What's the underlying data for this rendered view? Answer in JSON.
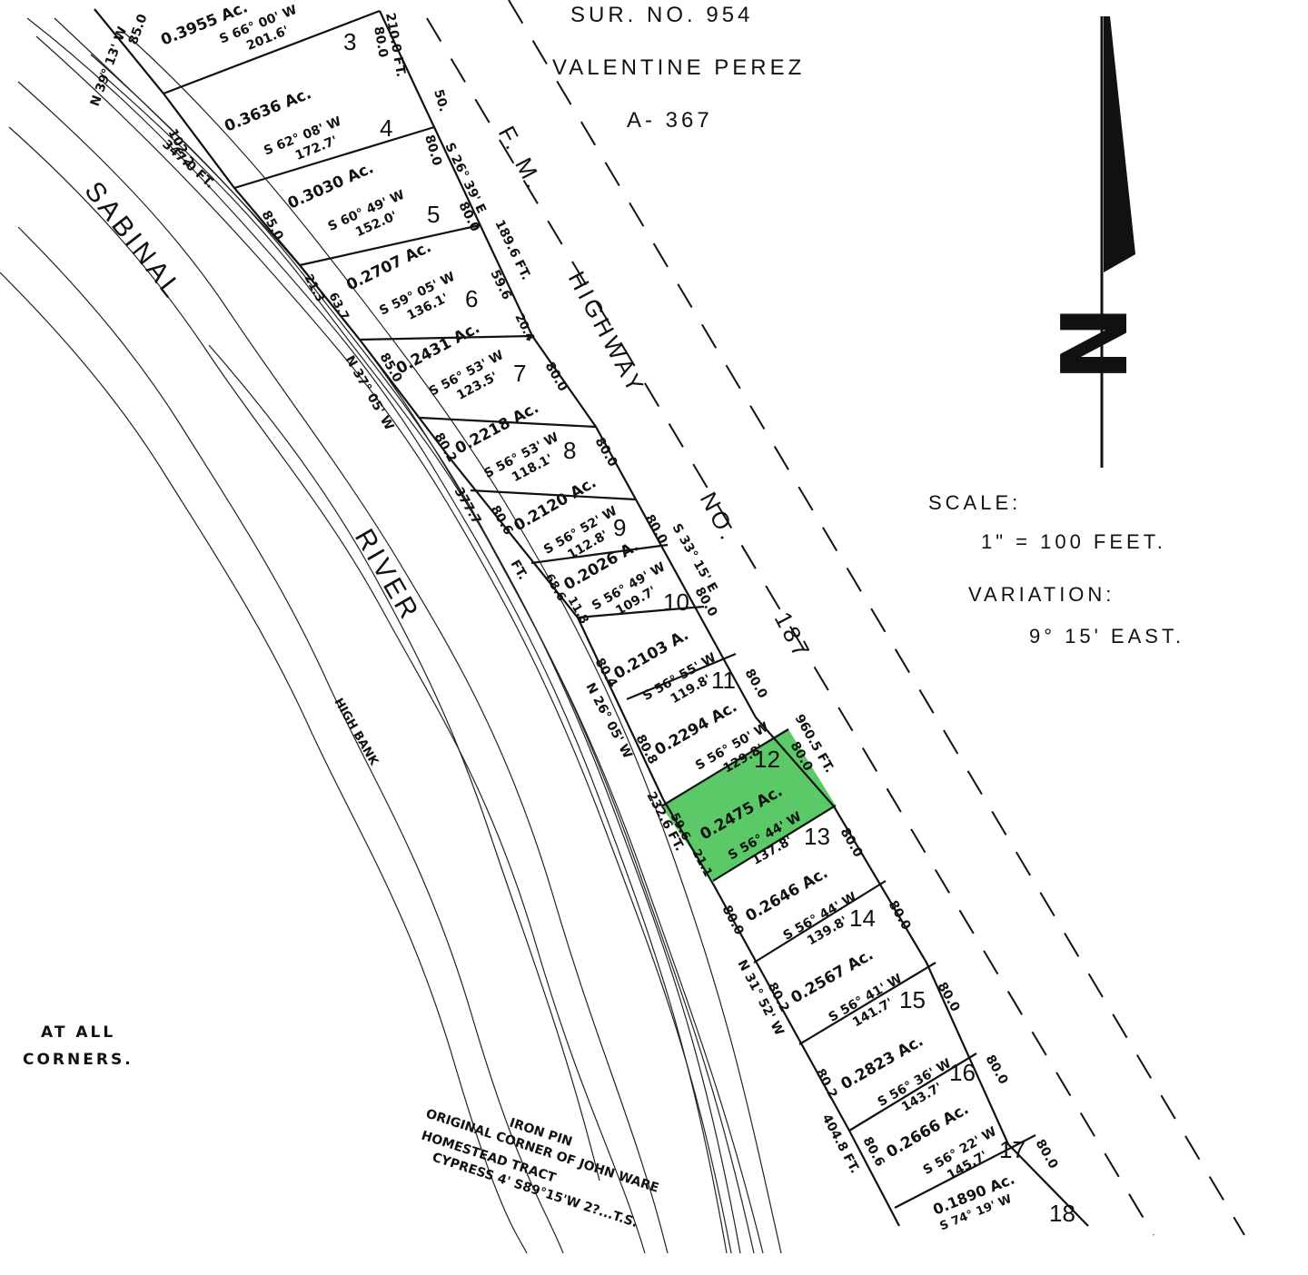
{
  "header": {
    "survey": "SUR. NO. 954",
    "owner": "VALENTINE PEREZ",
    "abstract": "A- 367"
  },
  "highway": {
    "line1": "F. M.",
    "line2": "HIGHWAY",
    "line3": "NO.",
    "line4": "187"
  },
  "river": {
    "line1": "SABINAL",
    "line2": "RIVER",
    "bank": "HIGH BANK"
  },
  "scale": {
    "label": "SCALE:",
    "value": "1\" = 100 FEET.",
    "variation_label": "VARIATION:",
    "variation_value": "9° 15' EAST."
  },
  "notes": {
    "corners_line1": "AT ALL",
    "corners_line2": "CORNERS.",
    "pin1": "IRON PIN",
    "pin2": "ORIGINAL CORNER OF JOHN WARE",
    "pin3": "HOMESTEAD TRACT",
    "pin4": "CYPRESS 4' S89°15'W 2?...T.S."
  },
  "north": {
    "label": "N"
  },
  "highlight_color": "#3fbf4f",
  "lots": [
    {
      "num": "3",
      "area": "0.3955 Ac.",
      "bearing": "S 66° 00' W",
      "dist": "201.6'"
    },
    {
      "num": "4",
      "area": "0.3636 Ac.",
      "bearing": "S 62° 08' W",
      "dist": "172.7'"
    },
    {
      "num": "5",
      "area": "0.3030 Ac.",
      "bearing": "S 60° 49' W",
      "dist": "152.0'"
    },
    {
      "num": "6",
      "area": "0.2707 Ac.",
      "bearing": "S 59° 05' W",
      "dist": "136.1'"
    },
    {
      "num": "7",
      "area": "0.2431 Ac.",
      "bearing": "S 56° 53' W",
      "dist": "123.5'"
    },
    {
      "num": "8",
      "area": "0.2218 Ac.",
      "bearing": "S 56° 53' W",
      "dist": "118.1'"
    },
    {
      "num": "9",
      "area": "0.2120 Ac.",
      "bearing": "S 56° 52' W",
      "dist": "112.8'"
    },
    {
      "num": "10",
      "area": "0.2026 A.",
      "bearing": "S 56° 49' W",
      "dist": "109.7'"
    },
    {
      "num": "11",
      "area": "0.2103 A.",
      "bearing": "S 56° 55' W",
      "dist": "119.8'"
    },
    {
      "num": "12",
      "area": "0.2294 Ac.",
      "bearing": "S 56° 50' W",
      "dist": "129.8'"
    },
    {
      "num": "13",
      "area": "0.2475 Ac.",
      "bearing": "S 56° 44' W",
      "dist": "137.8'"
    },
    {
      "num": "14",
      "area": "0.2646 Ac.",
      "bearing": "S 56° 44' W",
      "dist": "139.8'"
    },
    {
      "num": "15",
      "area": "0.2567 Ac.",
      "bearing": "S 56° 41' W",
      "dist": "141.7'"
    },
    {
      "num": "16",
      "area": "0.2823 Ac.",
      "bearing": "S 56° 36' W",
      "dist": "143.7'"
    },
    {
      "num": "17",
      "area": "0.2666 Ac.",
      "bearing": "S 56° 22' W",
      "dist": "145.7'"
    },
    {
      "num": "18",
      "area": "0.1890 Ac.",
      "bearing": "S 74° 19' W",
      "dist": ""
    }
  ],
  "boundary": {
    "west1": "N 39° 13' W",
    "west1_len": "85.0",
    "west2": "102.2",
    "west2_total": "347.0 FT.",
    "west3": "N 37° 05' W",
    "west3_total": "377.7",
    "west3_ft": "FT.",
    "west4": "N 26° 05' W",
    "west4_total": "232.6 FT.",
    "west5": "N 31° 52' W",
    "west5_total": "404.8 FT.",
    "east1": "S 26° 39' E",
    "east1_total": "189.6 FT.",
    "east2": "S 33° 15' E",
    "east2_total": "960.5 FT.",
    "east_top": "210.0 FT.",
    "seg_800": "80.0",
    "seg_500": "50.",
    "seg_596": "59.6",
    "seg_204": "20.4",
    "seg_213": "21.3",
    "seg_637": "63.7",
    "seg_850": "85.0",
    "seg_802": "80.2",
    "seg_806": "80.6",
    "seg_686": "68.6",
    "seg_118": "11.8",
    "seg_804": "80.4",
    "seg_596b": "59.6",
    "seg_211": "21.1",
    "seg_808": "80.8"
  }
}
